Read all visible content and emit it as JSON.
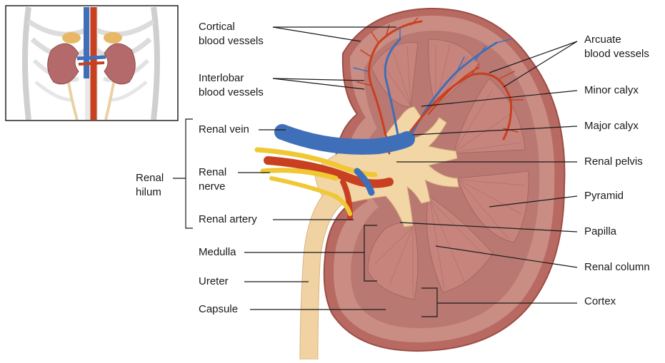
{
  "labels": {
    "cortical_blood_vessels": "Cortical\nblood vessels",
    "interlobar_blood_vessels": "Interlobar\nblood vessels",
    "renal_vein": "Renal vein",
    "renal_nerve": "Renal\nnerve",
    "renal_artery": "Renal artery",
    "renal_hilum": "Renal\nhilum",
    "medulla": "Medulla",
    "ureter": "Ureter",
    "capsule": "Capsule",
    "arcuate_blood_vessels": "Arcuate\nblood vessels",
    "minor_calyx": "Minor calyx",
    "major_calyx": "Major calyx",
    "renal_pelvis": "Renal pelvis",
    "pyramid": "Pyramid",
    "papilla": "Papilla",
    "renal_column": "Renal column",
    "cortex": "Cortex"
  },
  "colors": {
    "capsule": "#b86a62",
    "cortex": "#c98d84",
    "medulla": "#b97872",
    "pyramid": "#c6847d",
    "pelvis": "#f3d6a6",
    "vein": "#3f6fb8",
    "artery": "#c8401f",
    "nerve": "#f0c834",
    "ureter": "#f1d3a3",
    "leader": "#1a1a1a"
  }
}
